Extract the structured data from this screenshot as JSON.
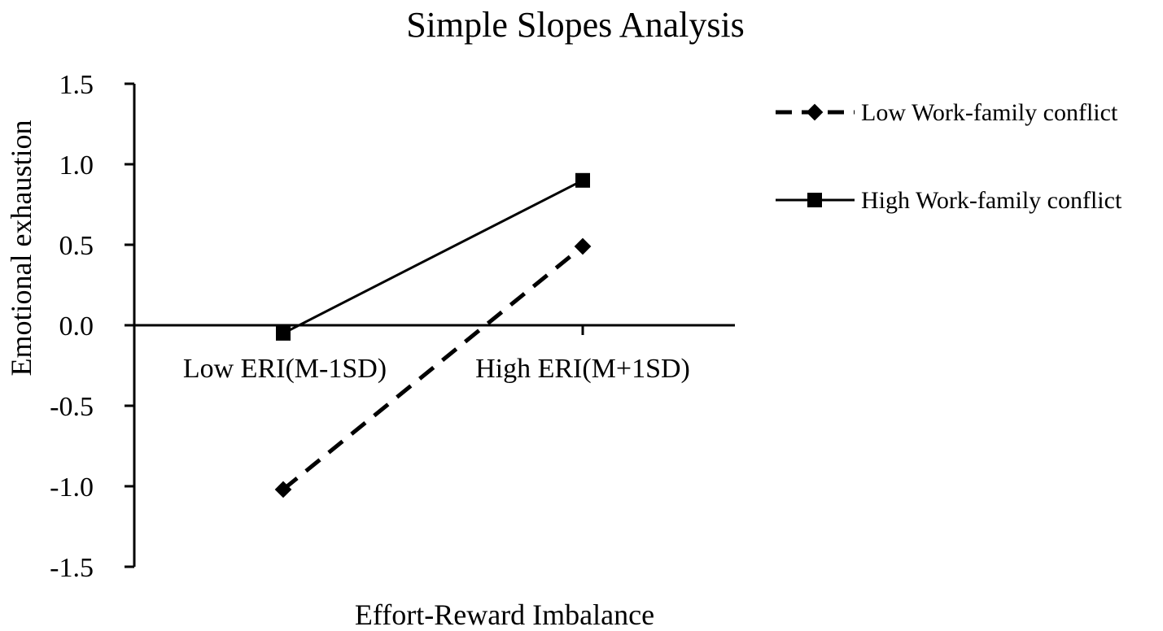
{
  "chart_data": {
    "type": "line",
    "title": "Simple Slopes Analysis",
    "xlabel": "Effort-Reward Imbalance",
    "ylabel": "Emotional exhaustion",
    "categories": [
      "Low ERI(M-1SD)",
      "High ERI(M+1SD)"
    ],
    "ylim": [
      -1.5,
      1.5
    ],
    "y_ticks": [
      "1.5",
      "1.0",
      "0.5",
      "0.0",
      "-0.5",
      "-1.0",
      "-1.5"
    ],
    "y_tick_values": [
      1.5,
      1.0,
      0.5,
      0.0,
      -0.5,
      -1.0,
      -1.5
    ],
    "grid": false,
    "legend_position": "right",
    "series": [
      {
        "name": "Low Work-family conflict",
        "values": [
          -1.02,
          0.49
        ],
        "line_style": "dashed",
        "marker": "diamond",
        "color": "#000000"
      },
      {
        "name": "High Work-family conflict",
        "values": [
          -0.05,
          0.9
        ],
        "line_style": "solid",
        "marker": "square",
        "color": "#000000"
      }
    ]
  }
}
